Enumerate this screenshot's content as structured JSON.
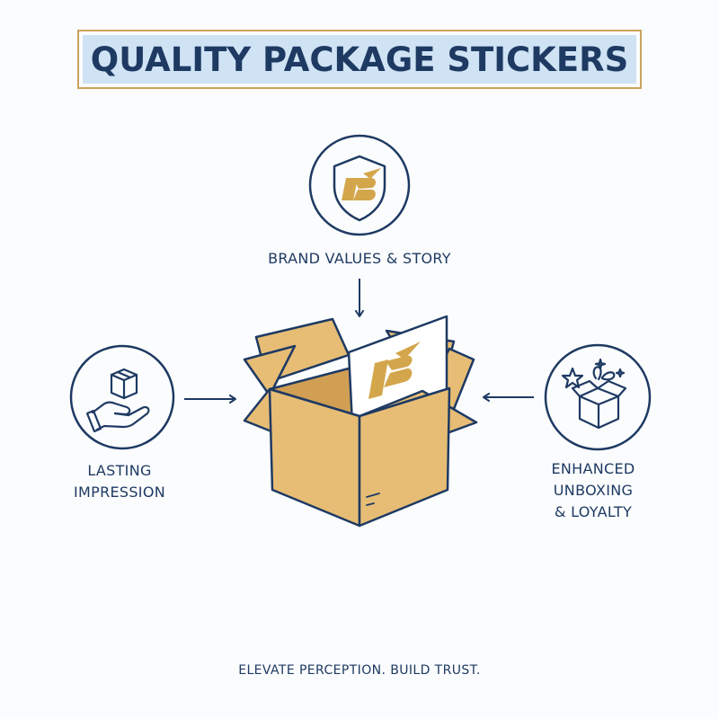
{
  "title": "QUALITY PACKAGE STICKERS",
  "nodes": {
    "top": {
      "label": "BRAND VALUES & STORY",
      "icon": "shield-logo-icon"
    },
    "left": {
      "label_lines": [
        "LASTING",
        "IMPRESSION"
      ],
      "icon": "hand-holding-box-icon"
    },
    "right": {
      "label_lines": [
        "ENHANCED",
        "UNBOXING",
        "& LOYALTY"
      ],
      "icon": "star-gift-box-icon"
    },
    "center": {
      "icon": "open-box-with-sticker-icon"
    }
  },
  "tagline": "ELEVATE PERCEPTION. BUILD TRUST.",
  "colors": {
    "navy": "#1e3a63",
    "gold": "#d4a64c",
    "box": "#e7bd75",
    "title_bg": "#cfe3f4",
    "title_border": "#c9a35c"
  }
}
